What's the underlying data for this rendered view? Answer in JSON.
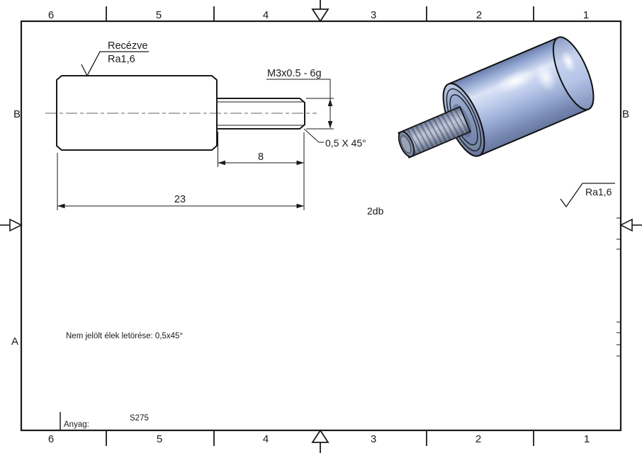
{
  "border": {
    "top_labels": [
      "6",
      "5",
      "4",
      "3",
      "2",
      "1"
    ],
    "bottom_labels": [
      "6",
      "5",
      "4",
      "3",
      "2",
      "1"
    ],
    "left_labels": [
      "B",
      "A"
    ],
    "right_labels": [
      "B"
    ]
  },
  "front_view": {
    "knurl_note_line1": "Recézve",
    "knurl_note_line2": "Ra1,6",
    "thread_spec": "M3x0.5 - 6g",
    "chamfer_note": "0,5 X 45°",
    "thread_length_dim": "8",
    "overall_length_dim": "23"
  },
  "notes": {
    "quantity": "2db",
    "surface_finish_right": "Ra1,6",
    "general_note": "Nem jelölt élek letörése: 0,5x45°"
  },
  "title_block": {
    "material_label": "Anyag:",
    "material_value": "S275"
  },
  "colors": {
    "line": "#1a1a1a",
    "centerline": "#808080",
    "model_body": "#9db0da",
    "model_highlight": "#e9eefb",
    "model_thread": "#8c97ad"
  }
}
